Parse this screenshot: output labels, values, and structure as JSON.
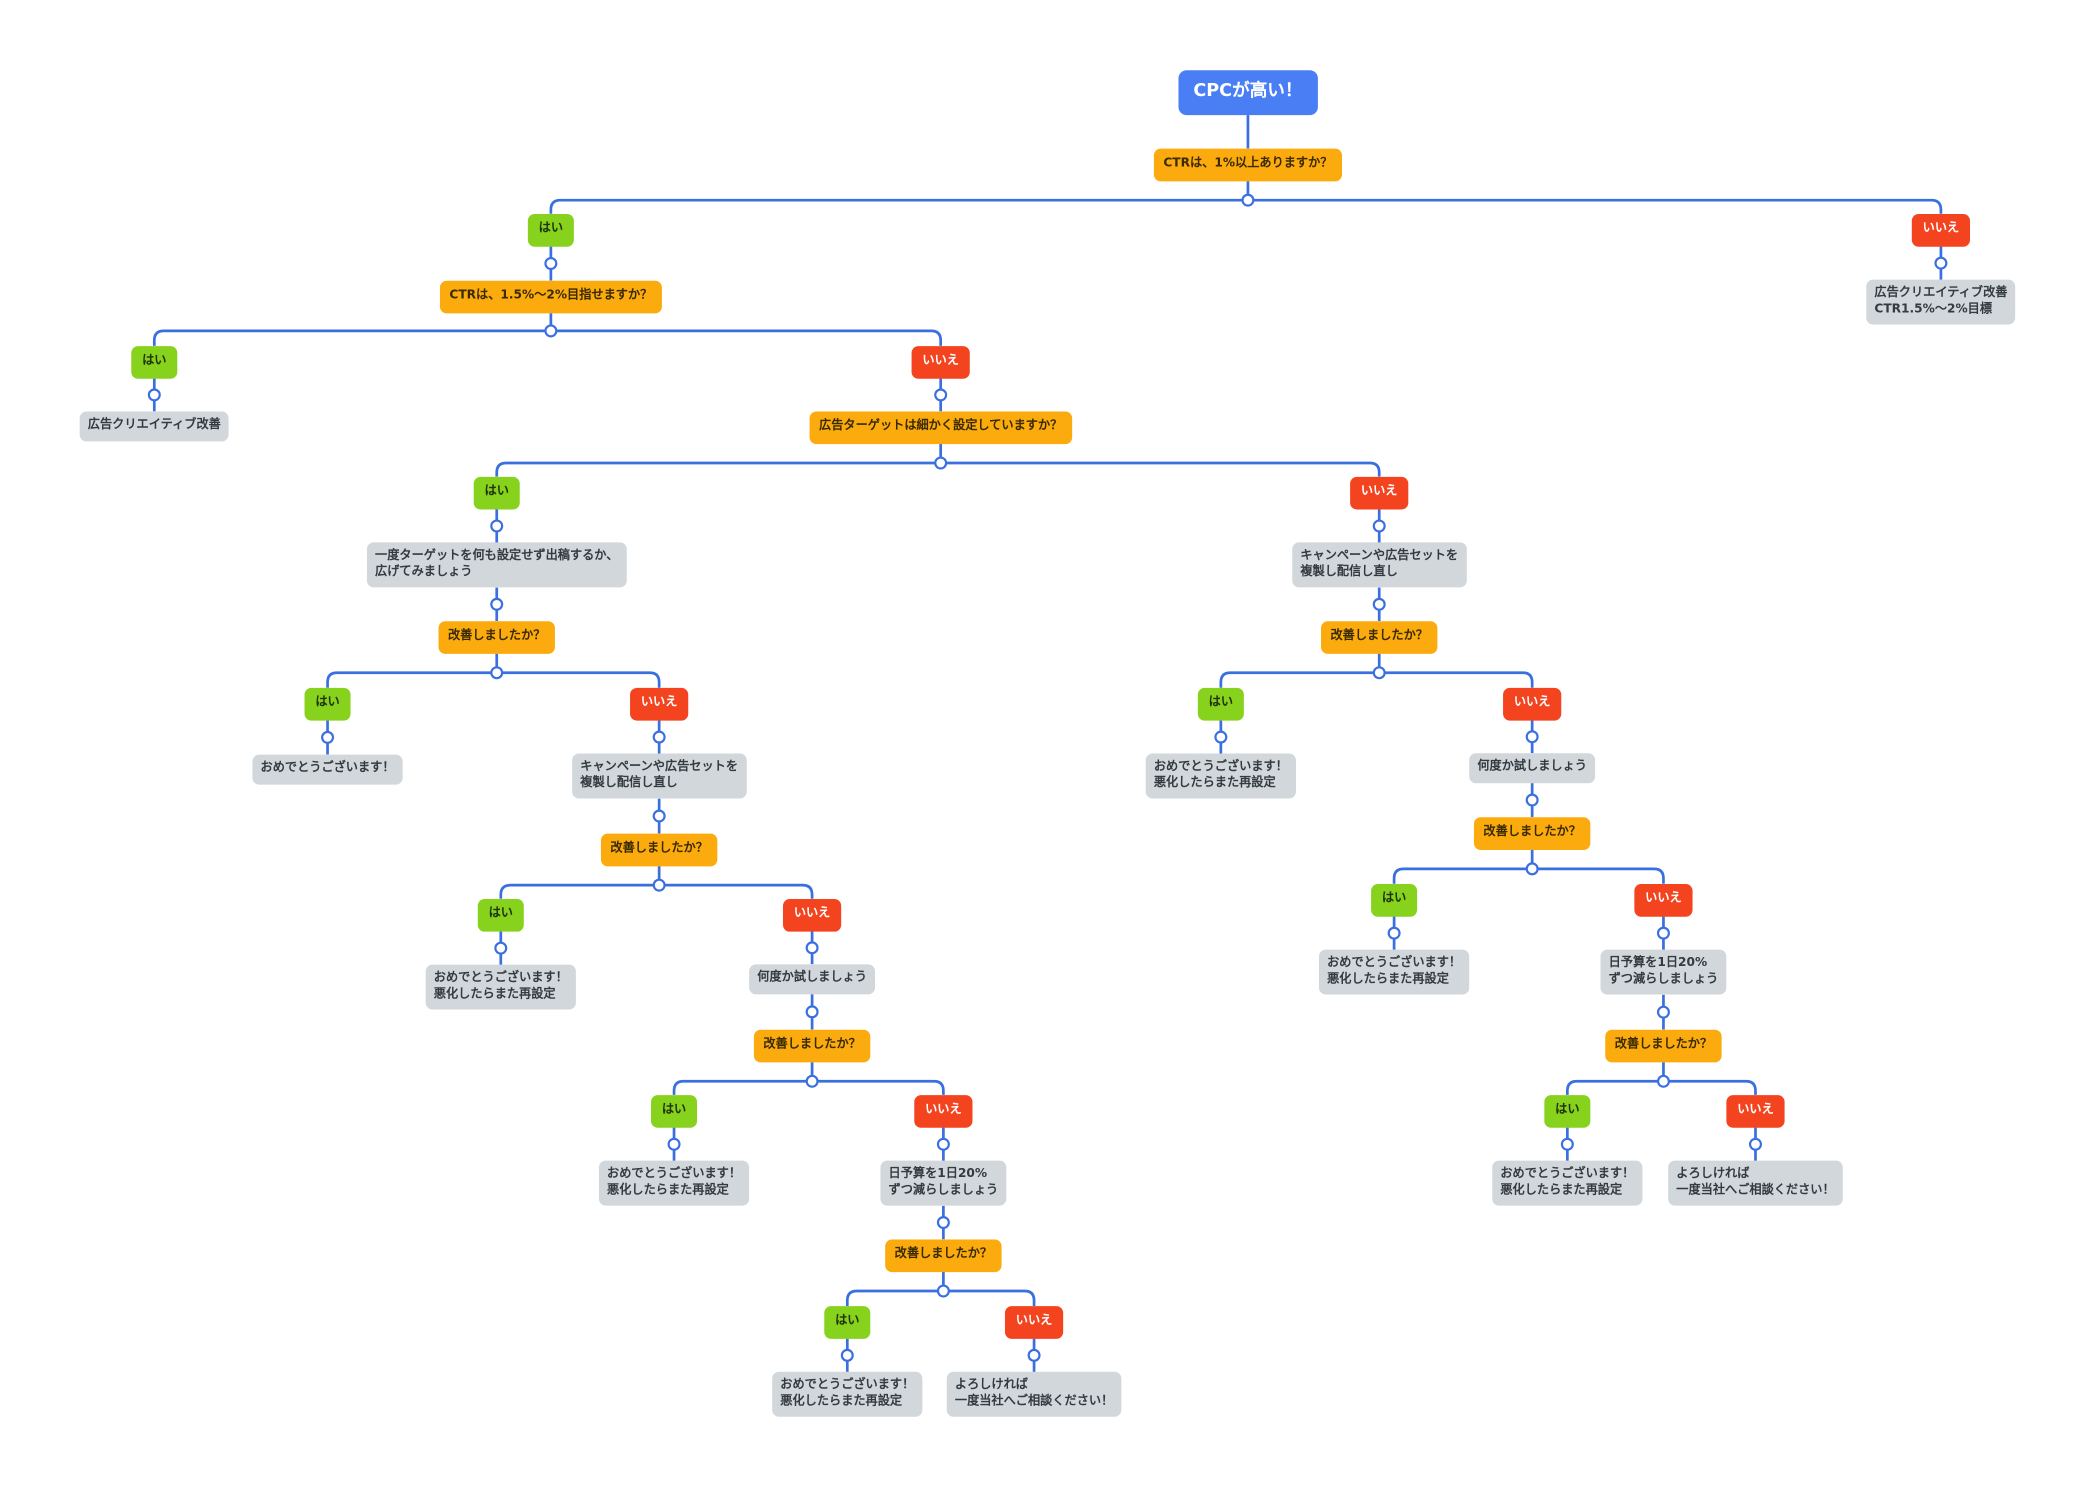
{
  "colors": {
    "line": "#3a6fe0",
    "root": "#4a7ef5",
    "question": "#fbab0e",
    "yes": "#86d21c",
    "no": "#f4441f",
    "answer": "#d2d7db"
  },
  "nodes": [
    {
      "id": "root",
      "type": "root",
      "text": "CPCが高い！"
    },
    {
      "id": "q1",
      "type": "q",
      "text": "CTRは、1%以上ありますか？"
    },
    {
      "id": "y1",
      "type": "yes",
      "text": "はい"
    },
    {
      "id": "n1",
      "type": "no",
      "text": "いいえ"
    },
    {
      "id": "t_n1",
      "type": "text",
      "text": "広告クリエイティブ改善\nCTR1.5%〜2%目標"
    },
    {
      "id": "q2",
      "type": "q",
      "text": "CTRは、1.5%〜2%目指せますか？"
    },
    {
      "id": "y2",
      "type": "yes",
      "text": "はい"
    },
    {
      "id": "t_y2",
      "type": "text",
      "text": "広告クリエイティブ改善"
    },
    {
      "id": "n2",
      "type": "no",
      "text": "いいえ"
    },
    {
      "id": "q3",
      "type": "q",
      "text": "広告ターゲットは細かく設定していますか？"
    },
    {
      "id": "y3",
      "type": "yes",
      "text": "はい"
    },
    {
      "id": "t_y3",
      "type": "text",
      "text": "一度ターゲットを何も設定せず出稿するか、\n広げてみましょう"
    },
    {
      "id": "q4",
      "type": "q",
      "text": "改善しましたか？"
    },
    {
      "id": "y4",
      "type": "yes",
      "text": "はい"
    },
    {
      "id": "t_y4",
      "type": "text",
      "text": "おめでとうございます！"
    },
    {
      "id": "n4",
      "type": "no",
      "text": "いいえ"
    },
    {
      "id": "t_n4",
      "type": "text",
      "text": "キャンペーンや広告セットを\n複製し配信し直し"
    },
    {
      "id": "q5",
      "type": "q",
      "text": "改善しましたか？"
    },
    {
      "id": "y5",
      "type": "yes",
      "text": "はい"
    },
    {
      "id": "t_y5",
      "type": "text",
      "text": "おめでとうございます！\n悪化したらまた再設定"
    },
    {
      "id": "n5",
      "type": "no",
      "text": "いいえ"
    },
    {
      "id": "t_n5",
      "type": "text",
      "text": "何度か試しましょう"
    },
    {
      "id": "q6",
      "type": "q",
      "text": "改善しましたか？"
    },
    {
      "id": "y6",
      "type": "yes",
      "text": "はい"
    },
    {
      "id": "t_y6",
      "type": "text",
      "text": "おめでとうございます！\n悪化したらまた再設定"
    },
    {
      "id": "n6",
      "type": "no",
      "text": "いいえ"
    },
    {
      "id": "t_n6",
      "type": "text",
      "text": "日予算を1日20%\nずつ減らしましょう"
    },
    {
      "id": "q7",
      "type": "q",
      "text": "改善しましたか？"
    },
    {
      "id": "y7",
      "type": "yes",
      "text": "はい"
    },
    {
      "id": "t_y7",
      "type": "text",
      "text": "おめでとうございます！\n悪化したらまた再設定"
    },
    {
      "id": "n7",
      "type": "no",
      "text": "いいえ"
    },
    {
      "id": "t_n7",
      "type": "text",
      "text": "よろしければ\n一度当社へご相談ください！"
    },
    {
      "id": "n3",
      "type": "no",
      "text": "いいえ"
    },
    {
      "id": "t_n3",
      "type": "text",
      "text": "キャンペーンや広告セットを\n複製し配信し直し"
    },
    {
      "id": "q8",
      "type": "q",
      "text": "改善しましたか？"
    },
    {
      "id": "y8",
      "type": "yes",
      "text": "はい"
    },
    {
      "id": "t_y8",
      "type": "text",
      "text": "おめでとうございます！\n悪化したらまた再設定"
    },
    {
      "id": "n8",
      "type": "no",
      "text": "いいえ"
    },
    {
      "id": "t_n8",
      "type": "text",
      "text": "何度か試しましょう"
    },
    {
      "id": "q9",
      "type": "q",
      "text": "改善しましたか？"
    },
    {
      "id": "y9",
      "type": "yes",
      "text": "はい"
    },
    {
      "id": "t_y9",
      "type": "text",
      "text": "おめでとうございます！\n悪化したらまた再設定"
    },
    {
      "id": "n9",
      "type": "no",
      "text": "いいえ"
    },
    {
      "id": "t_n9",
      "type": "text",
      "text": "日予算を1日20%\nずつ減らしましょう"
    },
    {
      "id": "q10",
      "type": "q",
      "text": "改善しましたか？"
    },
    {
      "id": "y10",
      "type": "yes",
      "text": "はい"
    },
    {
      "id": "t_y10",
      "type": "text",
      "text": "おめでとうございます！\n悪化したらまた再設定"
    },
    {
      "id": "n10",
      "type": "no",
      "text": "いいえ"
    },
    {
      "id": "t_n10",
      "type": "text",
      "text": "よろしければ\n一度当社へご相談ください！"
    }
  ],
  "edges": [
    [
      "root",
      "q1"
    ],
    [
      "y1",
      "q2"
    ],
    [
      "n1",
      "t_n1"
    ],
    [
      "y2",
      "t_y2"
    ],
    [
      "n2",
      "q3"
    ],
    [
      "y3",
      "t_y3"
    ],
    [
      "t_y3",
      "q4"
    ],
    [
      "y4",
      "t_y4"
    ],
    [
      "n4",
      "t_n4"
    ],
    [
      "t_n4",
      "q5"
    ],
    [
      "y5",
      "t_y5"
    ],
    [
      "n5",
      "t_n5"
    ],
    [
      "t_n5",
      "q6"
    ],
    [
      "y6",
      "t_y6"
    ],
    [
      "n6",
      "t_n6"
    ],
    [
      "t_n6",
      "q7"
    ],
    [
      "y7",
      "t_y7"
    ],
    [
      "n7",
      "t_n7"
    ],
    [
      "n3",
      "t_n3"
    ],
    [
      "t_n3",
      "q8"
    ],
    [
      "y8",
      "t_y8"
    ],
    [
      "n8",
      "t_n8"
    ],
    [
      "t_n8",
      "q9"
    ],
    [
      "y9",
      "t_y9"
    ],
    [
      "n9",
      "t_n9"
    ],
    [
      "t_n9",
      "q10"
    ],
    [
      "y10",
      "t_y10"
    ],
    [
      "n10",
      "t_n10"
    ]
  ],
  "branches": [
    [
      "q1",
      "y1",
      "n1"
    ],
    [
      "q2",
      "y2",
      "n2"
    ],
    [
      "q3",
      "y3",
      "n3"
    ],
    [
      "q4",
      "y4",
      "n4"
    ],
    [
      "q5",
      "y5",
      "n5"
    ],
    [
      "q6",
      "y6",
      "n6"
    ],
    [
      "q7",
      "y7",
      "n7"
    ],
    [
      "q8",
      "y8",
      "n8"
    ],
    [
      "q9",
      "y9",
      "n9"
    ],
    [
      "q10",
      "y10",
      "n10"
    ]
  ]
}
